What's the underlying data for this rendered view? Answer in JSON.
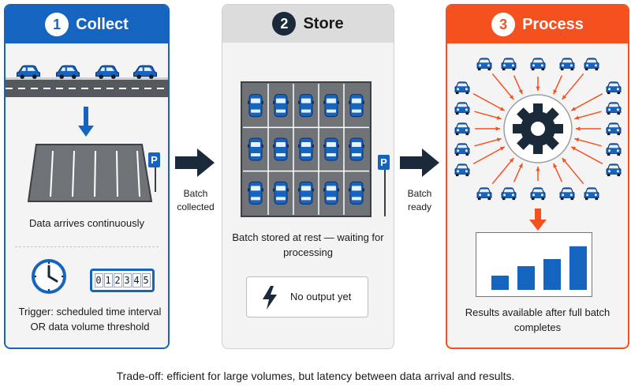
{
  "stages": [
    {
      "number": "1",
      "title": "Collect",
      "text": "Data arrives continuously",
      "trigger": "Trigger: scheduled time interval OR data volume threshold",
      "counter_digits": [
        "0",
        "1",
        "2",
        "3",
        "4",
        "5"
      ],
      "parking_sign": "P"
    },
    {
      "number": "2",
      "title": "Store",
      "text": "Batch stored at rest — waiting for processing",
      "no_output": "No output yet",
      "parking_sign": "P"
    },
    {
      "number": "3",
      "title": "Process",
      "text": "Results available after full batch completes",
      "result_bars": [
        0.3,
        0.5,
        0.65,
        0.92
      ]
    }
  ],
  "arrows": [
    {
      "label": "Batch collected"
    },
    {
      "label": "Batch ready"
    }
  ],
  "footer": "Trade-off: efficient for large volumes, but latency between data arrival and results.",
  "colors": {
    "blue": "#1565c0",
    "orange": "#f4511e",
    "dark": "#1a2a3a",
    "gray": "#dcdcdc"
  },
  "icons": {
    "car": "car-icon",
    "clock": "clock-icon",
    "bolt": "lightning-icon",
    "gear": "gear-icon",
    "arrow": "arrow-right-icon"
  }
}
